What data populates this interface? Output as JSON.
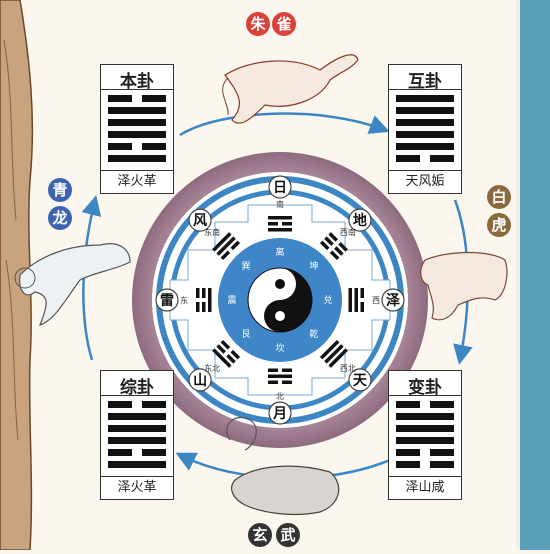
{
  "colors": {
    "red": "#d9413a",
    "blue": "#3d64b0",
    "brown": "#8a6a3c",
    "dark": "#333333",
    "ring_purple": "#a58396",
    "ring_blue": "#3c86c4"
  },
  "beasts": {
    "zhuque": [
      "朱",
      "雀"
    ],
    "qinglong": [
      "青",
      "龙"
    ],
    "baihu": [
      "白",
      "虎"
    ],
    "xuanwu": [
      "玄",
      "武"
    ]
  },
  "hexagrams": {
    "ben": {
      "title": "本卦",
      "name": "泽火革",
      "lines": [
        0,
        1,
        1,
        1,
        0,
        1
      ]
    },
    "hu": {
      "title": "互卦",
      "name": "天风姤",
      "lines": [
        1,
        1,
        1,
        1,
        1,
        0
      ]
    },
    "bian": {
      "title": "变卦",
      "name": "泽山咸",
      "lines": [
        0,
        1,
        1,
        1,
        0,
        0
      ]
    },
    "zong": {
      "title": "综卦",
      "name": "泽火革",
      "lines": [
        0,
        1,
        1,
        1,
        0,
        1
      ]
    }
  },
  "circle_labels": [
    {
      "text": "日",
      "angle": -90
    },
    {
      "text": "地",
      "angle": -45
    },
    {
      "text": "泽",
      "angle": 0
    },
    {
      "text": "天",
      "angle": 45
    },
    {
      "text": "月",
      "angle": 90
    },
    {
      "text": "山",
      "angle": 135
    },
    {
      "text": "雷",
      "angle": 180
    },
    {
      "text": "风",
      "angle": -135
    }
  ],
  "directions": [
    {
      "text": "南",
      "angle": -90
    },
    {
      "text": "西南",
      "angle": -45
    },
    {
      "text": "西",
      "angle": 0
    },
    {
      "text": "西北",
      "angle": 45
    },
    {
      "text": "北",
      "angle": 90
    },
    {
      "text": "东北",
      "angle": 135
    },
    {
      "text": "东",
      "angle": 180
    },
    {
      "text": "东南",
      "angle": -135
    }
  ],
  "inner_trigrams": [
    {
      "text": "离",
      "angle": -90
    },
    {
      "text": "坤",
      "angle": -45
    },
    {
      "text": "兑",
      "angle": 0
    },
    {
      "text": "乾",
      "angle": 45
    },
    {
      "text": "坎",
      "angle": 90
    },
    {
      "text": "艮",
      "angle": 135
    },
    {
      "text": "震",
      "angle": 180
    },
    {
      "text": "巽",
      "angle": -135
    }
  ],
  "trigram_lines": [
    {
      "angle": -90,
      "lines": [
        1,
        0,
        1
      ]
    },
    {
      "angle": -45,
      "lines": [
        0,
        0,
        0
      ]
    },
    {
      "angle": 0,
      "lines": [
        0,
        1,
        1
      ]
    },
    {
      "angle": 45,
      "lines": [
        1,
        1,
        1
      ]
    },
    {
      "angle": 90,
      "lines": [
        0,
        1,
        0
      ]
    },
    {
      "angle": 135,
      "lines": [
        1,
        0,
        0
      ]
    },
    {
      "angle": 180,
      "lines": [
        0,
        0,
        1
      ]
    },
    {
      "angle": -135,
      "lines": [
        1,
        1,
        0
      ]
    }
  ]
}
